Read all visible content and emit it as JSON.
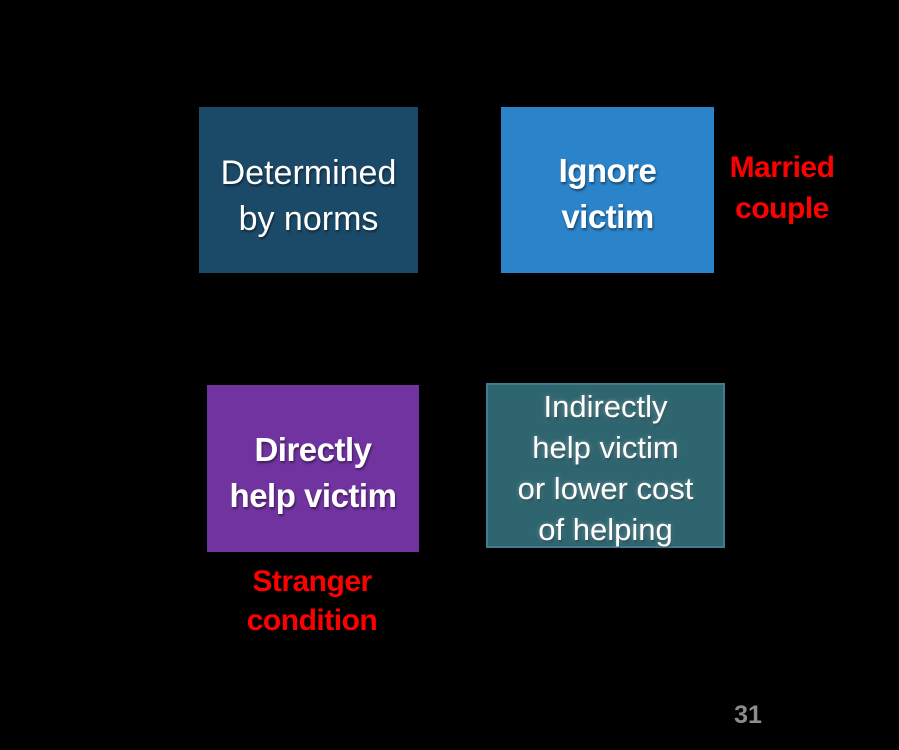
{
  "slide": {
    "background_color": "#000000",
    "page_number": "31"
  },
  "matrix": {
    "cells": [
      {
        "position": "top-left",
        "label": "Determined\nby norms",
        "fill_color": "#1B4A68",
        "text_color": "#FFFFFF",
        "bold": false
      },
      {
        "position": "top-right",
        "label": "Ignore\nvictim",
        "fill_color": "#2B83C9",
        "text_color": "#FFFFFF",
        "bold": true
      },
      {
        "position": "bottom-left",
        "label": "Directly\nhelp victim",
        "fill_color": "#7133A0",
        "text_color": "#FFFFFF",
        "bold": true
      },
      {
        "position": "bottom-right",
        "label": "Indirectly\nhelp victim\nor lower cost\nof helping",
        "fill_color": "#2E656F",
        "border_color": "#3F7C90",
        "text_color": "#FFFFFF",
        "bold": false
      }
    ]
  },
  "annotations": [
    {
      "id": "married-couple",
      "label": "Married\ncouple",
      "color": "#FF0000"
    },
    {
      "id": "stranger-condition",
      "label": "Stranger\ncondition",
      "color": "#FF0000"
    }
  ]
}
